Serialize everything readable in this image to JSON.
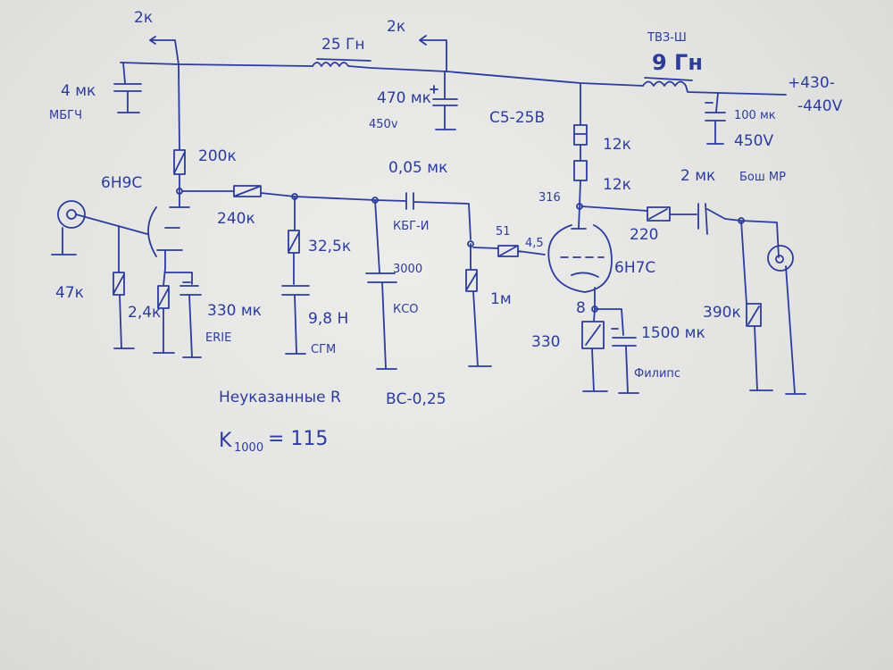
{
  "schematic": {
    "ink_color": "#2c3c9c",
    "paper_color": "#e4e4e2",
    "supply": {
      "tap_left": "2к",
      "tap_right": "2к",
      "choke1": "25 Гн",
      "choke2_type": "ТВЗ-Ш",
      "choke2": "9 Гн",
      "voltage_line1": "+430-",
      "voltage_line2": "-440V"
    },
    "caps": {
      "c1_value": "4 мк",
      "c1_type": "МБГЧ",
      "c2_value": "470 мк",
      "c2_voltage": "450v",
      "c2_type": "С5-25В",
      "c3_value": "100 мк",
      "c3_voltage": "450V",
      "c_coupling": "0,05 мк",
      "c_coupling_type": "КБГ-И",
      "c_cathode1": "330 мк",
      "c_cathode1_type": "ERIE",
      "c_filter": "3000",
      "c_filter_type": "КСО",
      "c_cathode2": "1500 мк",
      "c_cathode2_type": "Филипс",
      "c_output": "2 мк",
      "c_output_type": "Бош МР"
    },
    "resistors": {
      "r_anode1": "200к",
      "r_series": "240к",
      "r_grid_in": "47к",
      "r_cathode1": "2,4к",
      "r_shunt": "32,5к",
      "r_grid2": "1м",
      "r_grid_stop": "51",
      "r_anode2a": "12к",
      "r_anode2b": "12к",
      "r_out": "220",
      "r_load": "390к",
      "r_cathode2": "330"
    },
    "inductor_shunt": {
      "value": "9,8 Н",
      "type": "СГМ"
    },
    "tubes": {
      "tube1": "6Н9С",
      "tube2": "6Н7С"
    },
    "voltages": {
      "grid2": "4,5",
      "anode2": "316",
      "cathode2": "8"
    },
    "notes": {
      "resistors_note": "Неуказанные R",
      "resistors_type": "ВС-0,25",
      "gain_k": "K",
      "gain_sub": "1000",
      "gain_value": "= 115"
    }
  }
}
